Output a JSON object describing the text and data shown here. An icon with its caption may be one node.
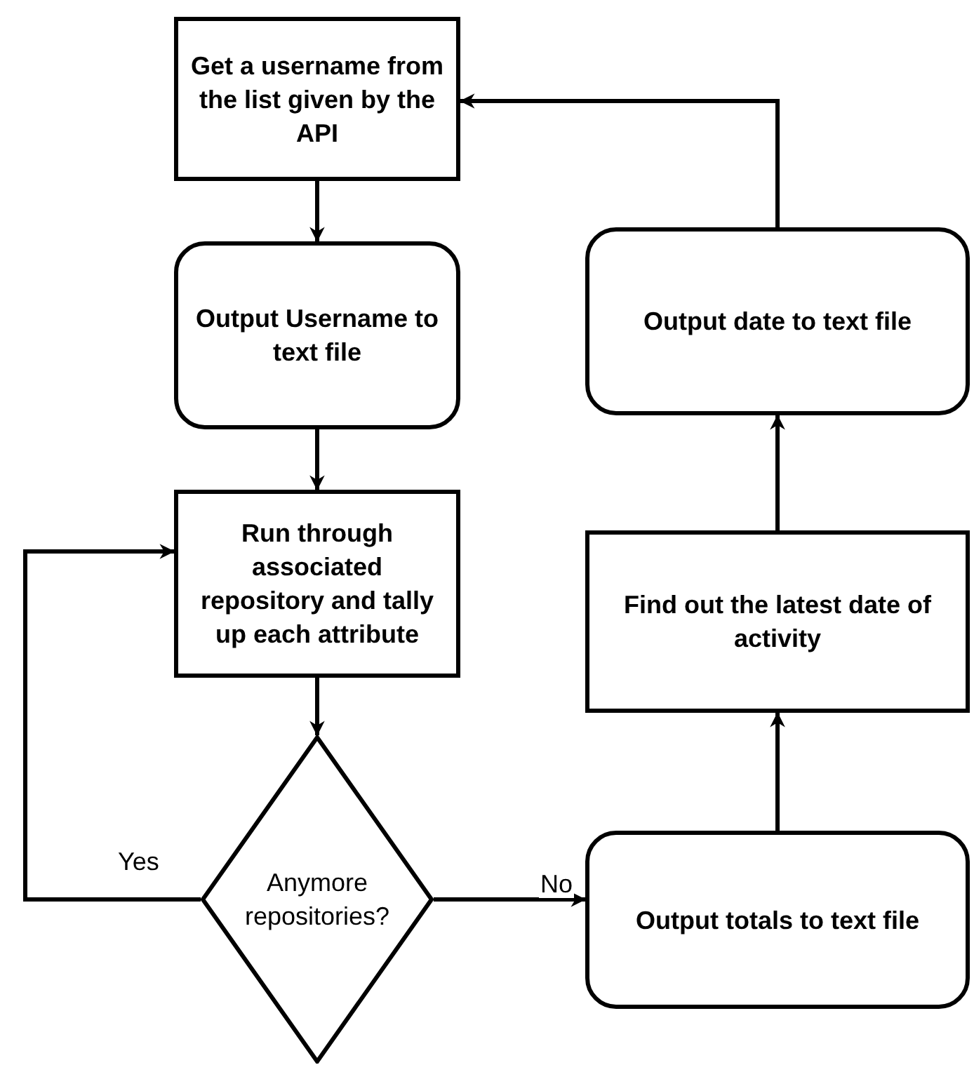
{
  "diagram": {
    "nodes": [
      {
        "text": [
          "Get a username from the list given by the API"
        ]
      },
      {
        "text": [
          "Output Username to text file"
        ]
      },
      {
        "text": [
          "Run through associated repository and tally up each attribute"
        ]
      },
      {
        "text": [
          "Anymore repositories?"
        ]
      },
      {
        "text": [
          "Output totals to text file"
        ]
      },
      {
        "text": [
          "Find out the latest date of activity"
        ]
      },
      {
        "text": [
          "Output date to text file"
        ]
      }
    ],
    "edges": [
      {
        "from": 0,
        "to": 1,
        "arrow": "to"
      },
      {
        "from": 1,
        "to": 2,
        "arrow": "to"
      },
      {
        "from": 2,
        "to": 3,
        "arrow": "to"
      },
      {
        "from": 3,
        "to": 2,
        "arrow": "to",
        "label": "Yes"
      },
      {
        "from": 3,
        "to": 4,
        "arrow": "to",
        "label": "No"
      },
      {
        "from": 4,
        "to": 5,
        "arrow": "to"
      },
      {
        "from": 5,
        "to": 6,
        "arrow": "to"
      },
      {
        "from": 6,
        "to": 0,
        "arrow": "to"
      }
    ]
  }
}
